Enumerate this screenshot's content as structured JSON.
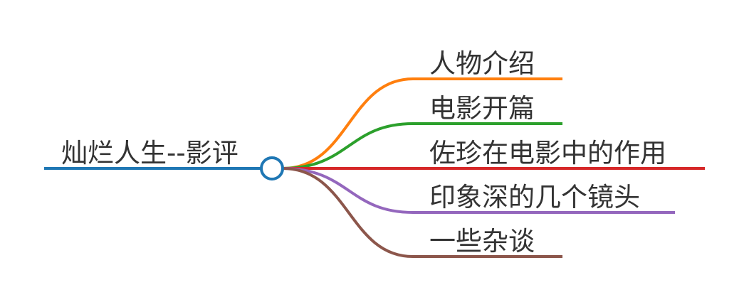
{
  "mindmap": {
    "root": {
      "label": "灿烂人生--影评",
      "color": "#1f77b4"
    },
    "branches": [
      {
        "label": "人物介绍",
        "color": "#ff7f0e"
      },
      {
        "label": "电影开篇",
        "color": "#2ca02c"
      },
      {
        "label": "佐珍在电影中的作用",
        "color": "#d62728"
      },
      {
        "label": "印象深的几个镜头",
        "color": "#9467bd"
      },
      {
        "label": "一些杂谈",
        "color": "#8c564b"
      }
    ]
  }
}
